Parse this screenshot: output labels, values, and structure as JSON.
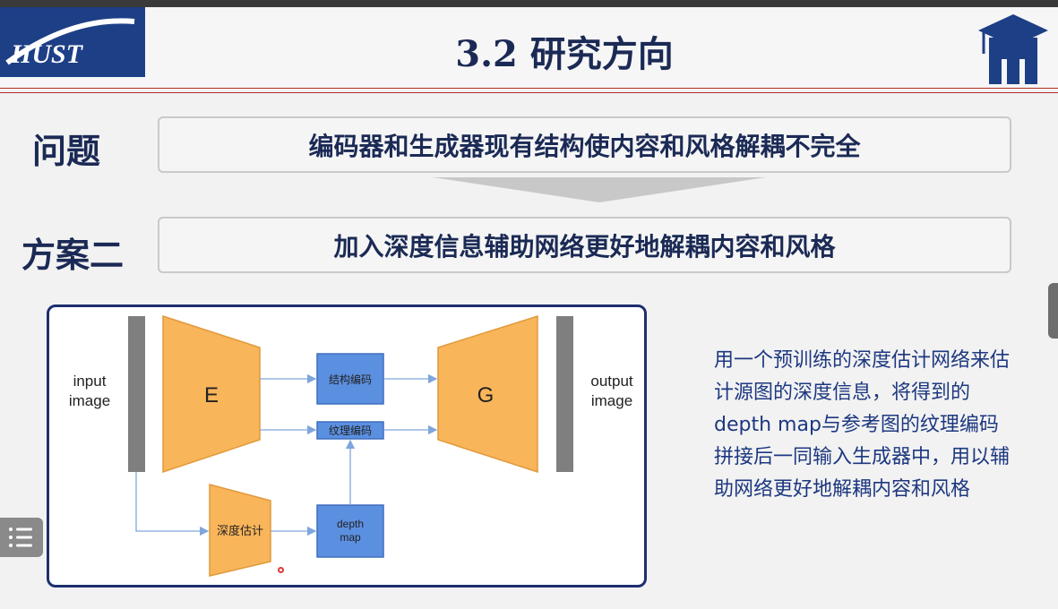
{
  "slide": {
    "title": "3.2 研究方向",
    "logo_text": "HUST"
  },
  "problem": {
    "label": "问题",
    "text": "编码器和生成器现有结构使内容和风格解耦不完全"
  },
  "solution": {
    "label": "方案二",
    "text": "加入深度信息辅助网络更好地解耦内容和风格"
  },
  "diagram": {
    "input_label_1": "input",
    "input_label_2": "image",
    "encoder": "E",
    "generator": "G",
    "struct_code": "结构编码",
    "texture_code": "纹理编码",
    "depth_est": "深度估计",
    "depth_map_1": "depth",
    "depth_map_2": "map",
    "output_label_1": "output",
    "output_label_2": "image"
  },
  "description": "用一个预训练的深度估计网络来估计源图的深度信息，将得到的depth map与参考图的纹理编码拼接后一同输入生成器中，用以辅助网络更好地解耦内容和风格",
  "colors": {
    "title": "#1b2a55",
    "trapezoid": "#f9b55a",
    "code_box": "#5b8fe0",
    "bar": "#7f7f7f",
    "desc_text": "#1d3880",
    "frame": "#1d2f6f"
  },
  "icons": {
    "cap": "graduation-cap-icon",
    "menu": "list-menu-icon"
  }
}
